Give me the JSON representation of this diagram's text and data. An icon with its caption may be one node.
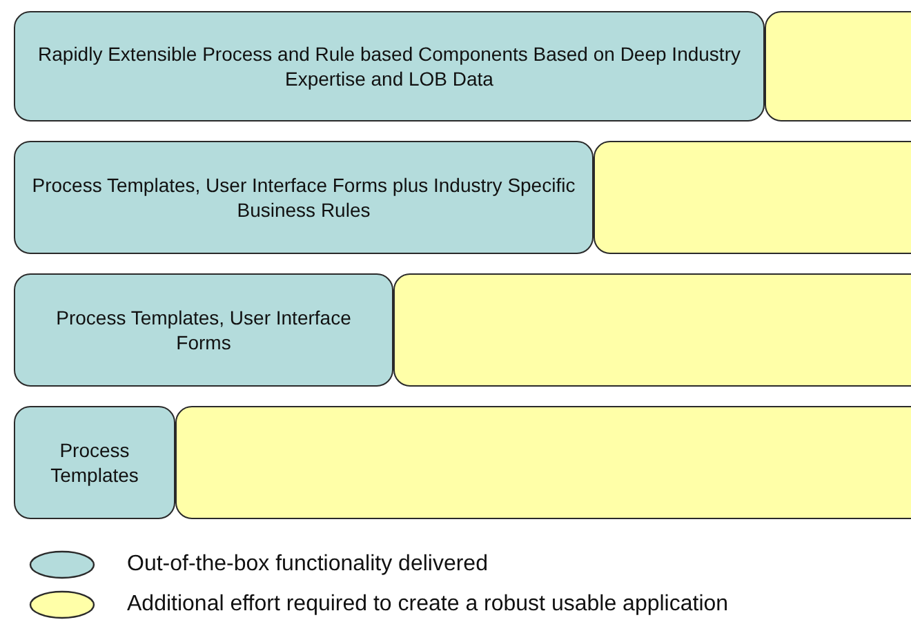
{
  "diagram": {
    "nodes": [
      {
        "text": [
          "Rapidly Extensible Process and Rule based Components Based on Deep Industry Expertise and LOB Data"
        ]
      },
      {
        "text": [],
        "shape": "box"
      },
      {
        "text": [
          "Process Templates, User Interface Forms plus Industry Specific Business Rules"
        ]
      },
      {
        "text": [],
        "shape": "box"
      },
      {
        "text": [
          "Process Templates, User Interface Forms"
        ]
      },
      {
        "text": [],
        "shape": "box"
      },
      {
        "text": [
          "Process Templates"
        ]
      },
      {
        "text": [],
        "shape": "box"
      }
    ],
    "legend": [
      {
        "text": "Out-of-the-box functionality delivered",
        "color": "#b4dcdc"
      },
      {
        "text": "Additional effort required to create a robust usable application",
        "color": "#ffffa8"
      }
    ]
  }
}
